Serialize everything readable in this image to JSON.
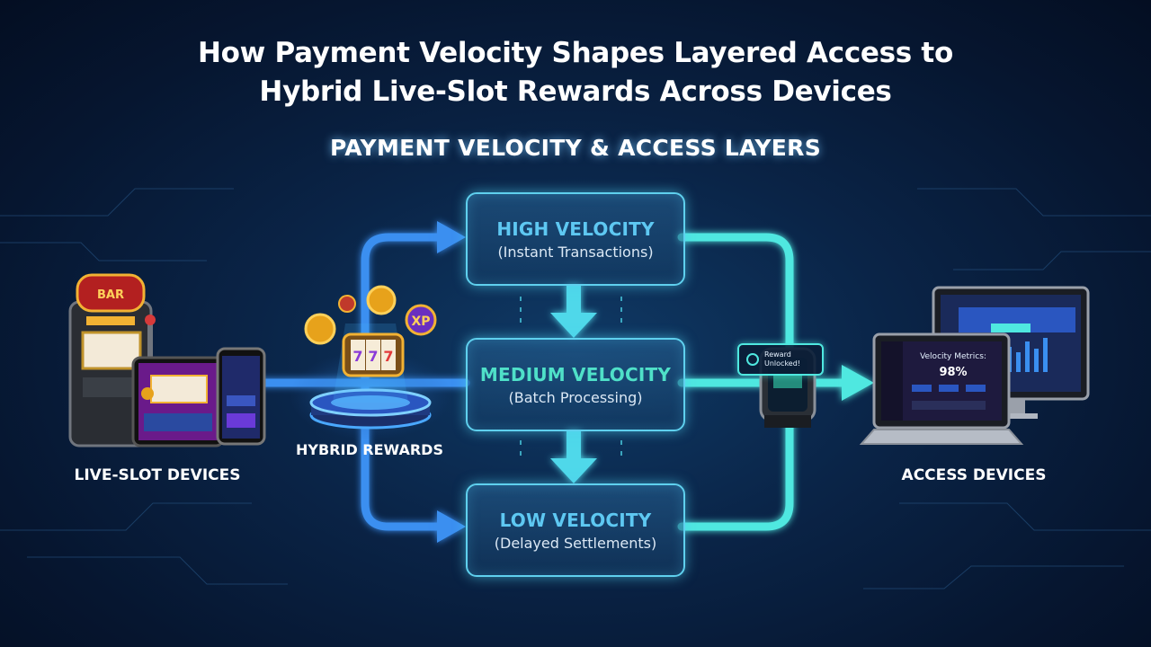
{
  "title_line1": "How Payment Velocity Shapes Layered Access to",
  "title_line2": "Hybrid Live-Slot Rewards Across Devices",
  "subtitle": "PAYMENT VELOCITY & ACCESS LAYERS",
  "layers": [
    {
      "level": "HIGH VELOCITY",
      "desc": "(Instant Transactions)",
      "color": "#5ec8f2"
    },
    {
      "level": "MEDIUM VELOCITY",
      "desc": "(Batch Processing)",
      "color": "#4fe0c8"
    },
    {
      "level": "LOW VELOCITY",
      "desc": "(Delayed Settlements)",
      "color": "#5ec8f2"
    }
  ],
  "labels": {
    "live_slot": "LIVE-SLOT DEVICES",
    "hybrid": "HYBRID REWARDS",
    "access": "ACCESS DEVICES"
  },
  "watch_popup": "Reward Unlocked!",
  "laptop_screen": {
    "title": "Velocity Metrics:",
    "value": "98%"
  },
  "colors": {
    "arrow_blue": "#3a8ff0",
    "arrow_cyan": "#4fe8e0",
    "box_border": "#5fd0ee"
  },
  "icons": [
    "slot-machine-icon",
    "tablet-icon",
    "phone-icon",
    "coin-icon",
    "xp-badge-icon",
    "slot-reels-icon",
    "pedestal-icon",
    "smartwatch-icon",
    "laptop-icon",
    "monitor-icon"
  ]
}
